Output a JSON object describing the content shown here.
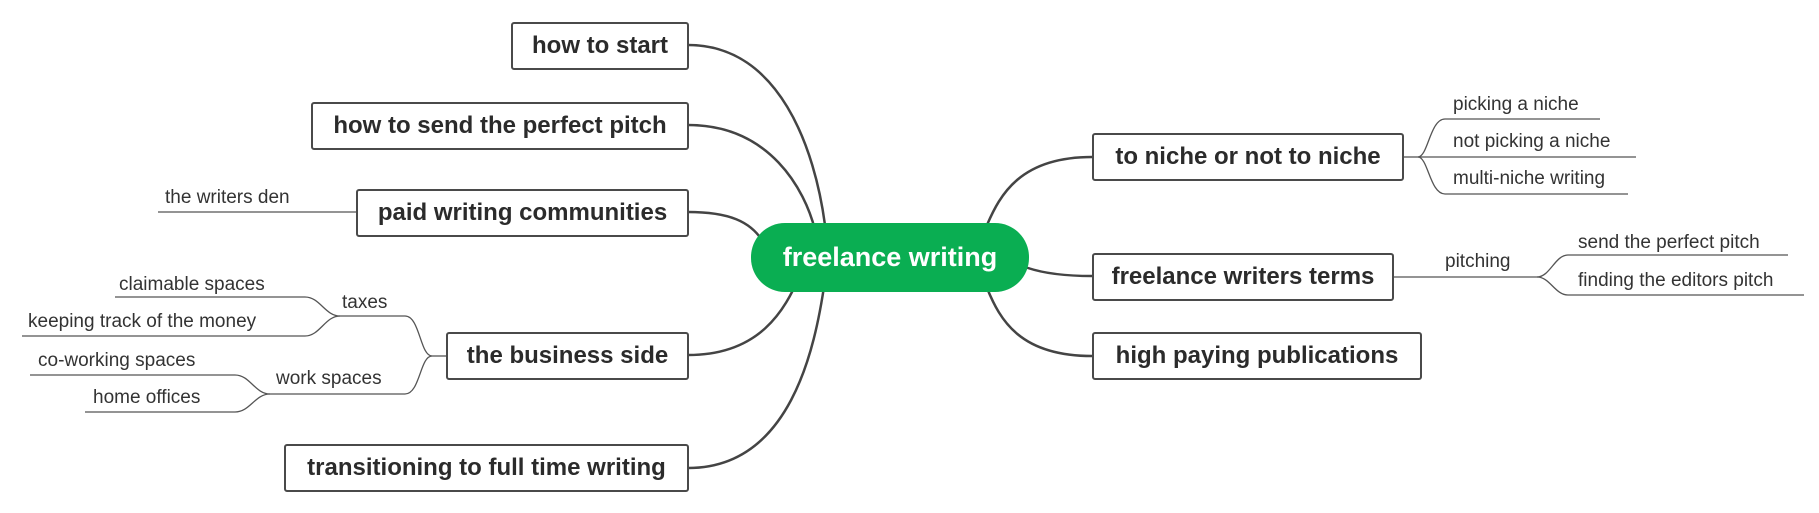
{
  "root": "freelance writing",
  "left_topics": {
    "how_to_start": "how to start",
    "perfect_pitch": "how to send the perfect pitch",
    "paid_communities": {
      "label": "paid writing communities",
      "children": [
        "the writers den"
      ]
    },
    "business_side": {
      "label": "the business side",
      "taxes": {
        "label": "taxes",
        "children": [
          "claimable spaces",
          "keeping track of the money"
        ]
      },
      "work_spaces": {
        "label": "work spaces",
        "children": [
          "co-working spaces",
          "home offices"
        ]
      }
    },
    "full_time": "transitioning to full time writing"
  },
  "right_topics": {
    "niche": {
      "label": "to niche or not to niche",
      "children": [
        "picking a niche",
        "not picking a niche",
        "multi-niche writing"
      ]
    },
    "terms": {
      "label": "freelance writers terms",
      "pitching": {
        "label": "pitching",
        "children": [
          "send the perfect pitch",
          "finding the editors pitch"
        ]
      }
    },
    "high_paying": "high paying publications"
  },
  "colors": {
    "root_fill": "#0aae52",
    "connector": "#444444",
    "leaf_line": "#555555"
  }
}
